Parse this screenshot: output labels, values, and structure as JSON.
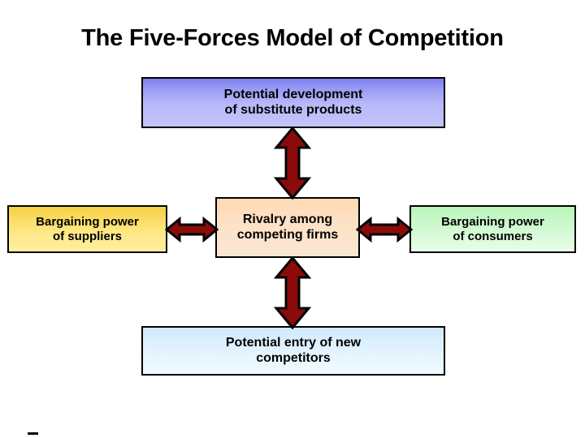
{
  "slide": {
    "title": "The Five-Forces Model of Competition",
    "background_color": "#ffffff"
  },
  "diagram": {
    "name": "five-forces-model",
    "arrow_color": "#8B0B0B",
    "arrow_outline_color": "#000000",
    "boxes": [
      {
        "id": "substitutes",
        "position": "top",
        "line1": "Potential development",
        "line2": "of substitute products",
        "fill_top": "#7b7ef0",
        "fill_bottom": "#c3c3fb",
        "border_color": "#000000"
      },
      {
        "id": "suppliers",
        "position": "left",
        "line1": "Bargaining power",
        "line2": "of suppliers",
        "fill_top": "#f6d044",
        "fill_bottom": "#ffeda0",
        "border_color": "#000000"
      },
      {
        "id": "rivalry",
        "position": "center",
        "line1": "Rivalry among",
        "line2": "competing firms",
        "fill_top": "#ffd9b4",
        "fill_bottom": "#fbe6d2",
        "border_color": "#000000"
      },
      {
        "id": "consumers",
        "position": "right",
        "line1": "Bargaining power",
        "line2": "of consumers",
        "fill_top": "#b9f4b9",
        "fill_bottom": "#e8fde8",
        "border_color": "#000000"
      },
      {
        "id": "entrants",
        "position": "bottom",
        "line1": "Potential entry of new",
        "line2": "competitors",
        "fill_top": "#cfe9fb",
        "fill_bottom": "#f2fafe",
        "border_color": "#000000"
      }
    ],
    "arrows": [
      {
        "id": "top",
        "orientation": "vertical",
        "heads": "double",
        "connects": [
          "substitutes",
          "rivalry"
        ]
      },
      {
        "id": "bottom",
        "orientation": "vertical",
        "heads": "double",
        "connects": [
          "rivalry",
          "entrants"
        ]
      },
      {
        "id": "left",
        "orientation": "horizontal",
        "heads": "double",
        "connects": [
          "suppliers",
          "rivalry"
        ]
      },
      {
        "id": "right",
        "orientation": "horizontal",
        "heads": "double",
        "connects": [
          "rivalry",
          "consumers"
        ]
      }
    ]
  }
}
